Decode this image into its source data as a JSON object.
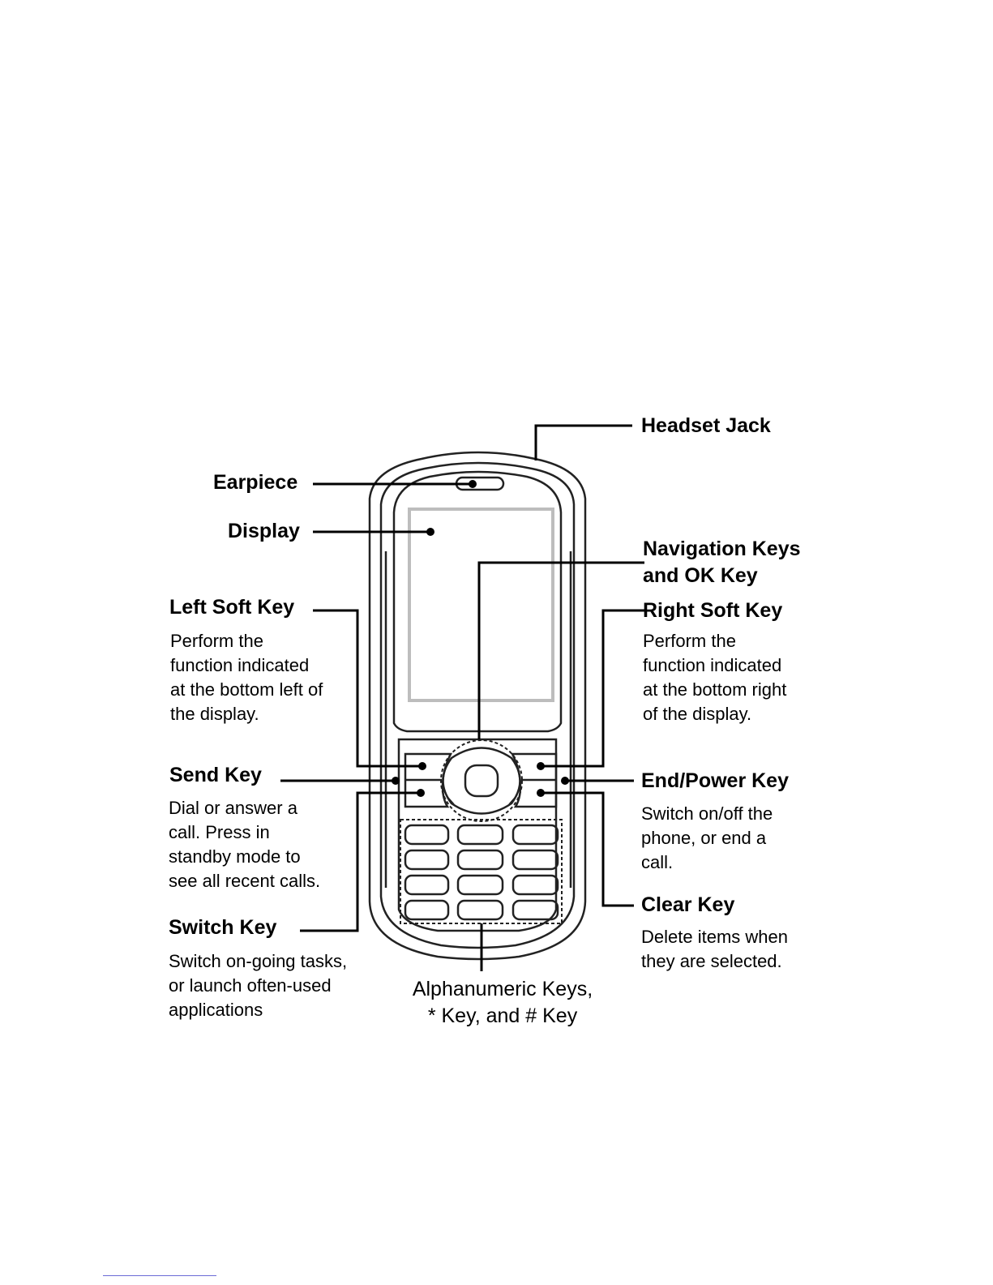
{
  "labels": {
    "headset_jack": "Headset Jack",
    "earpiece": "Earpiece",
    "display": "Display",
    "navigation_line1": "Navigation Keys",
    "navigation_line2": "and OK Key",
    "left_soft_key": "Left Soft Key",
    "right_soft_key": "Right Soft Key",
    "send_key": "Send Key",
    "end_power_key": "End/Power Key",
    "switch_key": "Switch Key",
    "clear_key": "Clear Key",
    "alphanumeric_line1": "Alphanumeric Keys,",
    "alphanumeric_line2": "* Key, and # Key"
  },
  "descriptions": {
    "left_soft_key": "Perform the\nfunction indicated\nat the bottom left of\nthe display.",
    "right_soft_key": "Perform the\nfunction indicated\nat the bottom right\nof the display.",
    "send_key": "Dial or answer a\ncall. Press in\nstandby mode to\nsee all recent calls.",
    "end_power_key": "Switch on/off the\nphone, or end a\ncall.",
    "switch_key": "Switch on-going tasks,\nor launch often-used\napplications",
    "clear_key": "Delete items when\nthey are selected."
  }
}
